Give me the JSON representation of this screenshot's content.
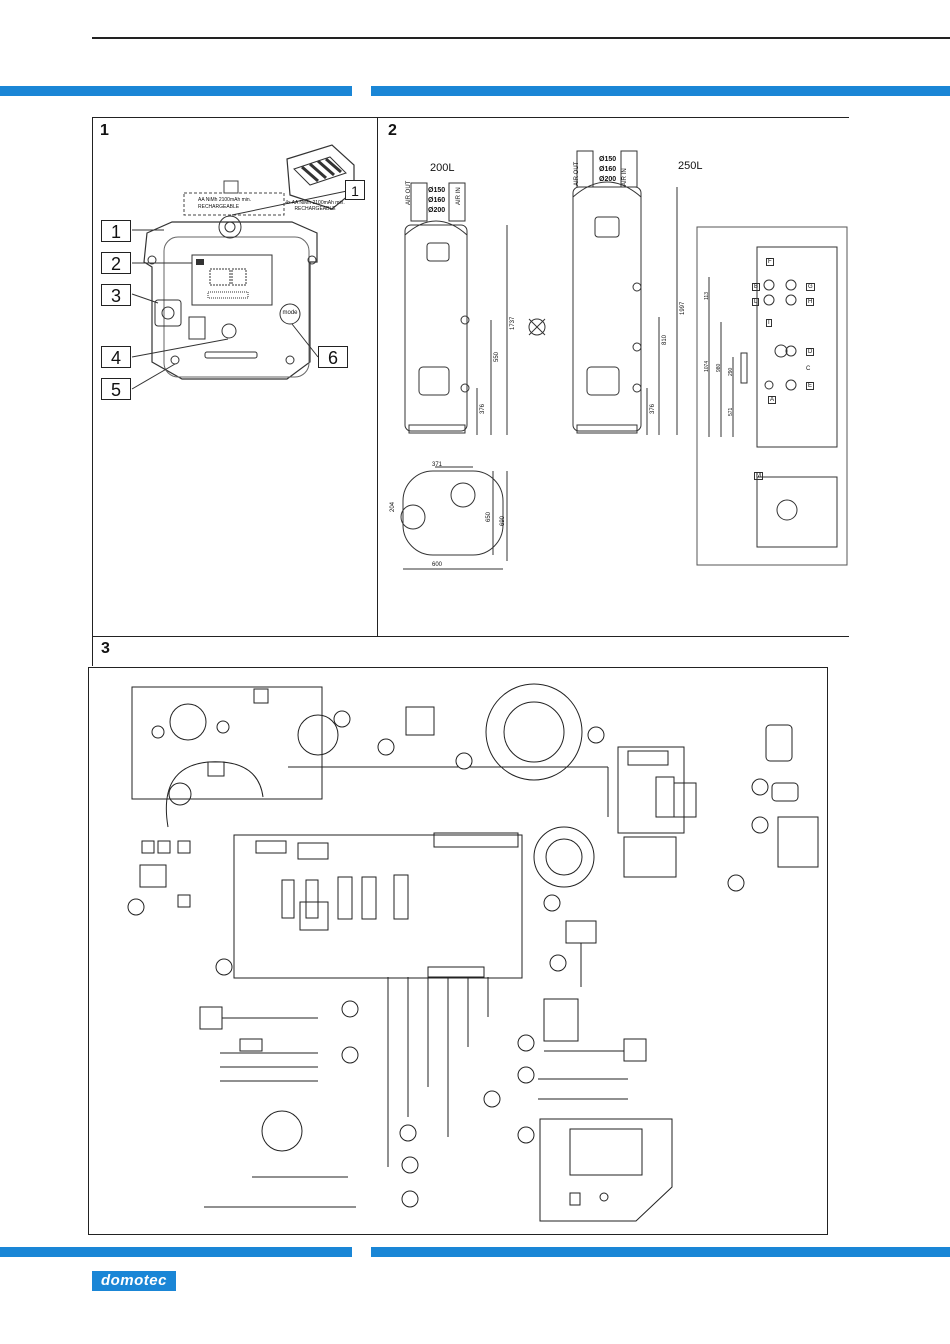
{
  "sections": {
    "s1": "1",
    "s2": "2",
    "s3": "3"
  },
  "figure1": {
    "callouts": [
      "1",
      "2",
      "3",
      "4",
      "5",
      "6"
    ],
    "battery_callout": "1",
    "battery_text_line1": "4x AA NiMh 2100mAh min.",
    "battery_text_line2": "RECHARGEABLE",
    "label_line1": "AA NiMh 2100mAh min.",
    "label_line2": "RECHARGEABLE",
    "mode_button": "mode"
  },
  "figure2": {
    "model_200": "200L",
    "model_250": "250L",
    "duct_diameters": [
      "Ø150",
      "Ø160",
      "Ø200"
    ],
    "air_out": "AIR OUT",
    "air_in": "AIR IN",
    "dims_200": {
      "height": "1737",
      "mid": "550",
      "base": "376"
    },
    "dims_250": {
      "height": "1997",
      "mid": "810",
      "base": "376"
    },
    "dims_side": {
      "a": "113",
      "b": "1074",
      "c": "980",
      "d": "290",
      "e": "571"
    },
    "top_view": {
      "width": "371",
      "depth": "600",
      "d1": "650",
      "d2": "690",
      "offset": "204"
    },
    "connections": [
      "F",
      "B",
      "G",
      "L",
      "H",
      "I",
      "D",
      "C",
      "A",
      "E",
      "M"
    ]
  },
  "brand": {
    "logo": "domotec",
    "accent": "#1a86d6"
  }
}
